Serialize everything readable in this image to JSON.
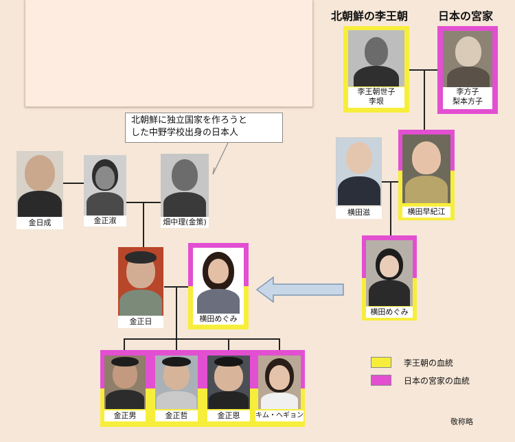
{
  "headers": {
    "left": "北朝鮮の李王朝",
    "right": "日本の宮家"
  },
  "callout": {
    "line1": "北朝鮮に独立国家を作ろうと",
    "line2": "した中野学校出身の日本人"
  },
  "people": {
    "ri_gyu": {
      "line1": "李王朝世子",
      "line2": "李垠"
    },
    "ri_masako": {
      "line1": "李方子",
      "line2": "梨本方子"
    },
    "yokota_shigeru": "横田滋",
    "yokota_sakie": "横田早紀江",
    "yokota_megumi_right": "横田めぐみ",
    "kim_il_sung": "金日成",
    "kim_jong_suk": "金正淑",
    "hatanaka": "畑中理(金策)",
    "kim_jong_il": "金正日",
    "yokota_megumi_center": "横田めぐみ",
    "kim_jong_nam": "金正男",
    "kim_jong_chul": "金正哲",
    "kim_jong_un": "金正恩",
    "kim_hye_gyong": "キム・ヘギョン"
  },
  "legend": {
    "yellow_label": "李王朝の血統",
    "magenta_label": "日本の宮家の血統"
  },
  "note": "敬称略",
  "colors": {
    "background": "#f6e7d8",
    "yellow_lineage": "#f7ee3c",
    "magenta_lineage": "#e24fd1",
    "arrow": "#c8d7e8"
  }
}
